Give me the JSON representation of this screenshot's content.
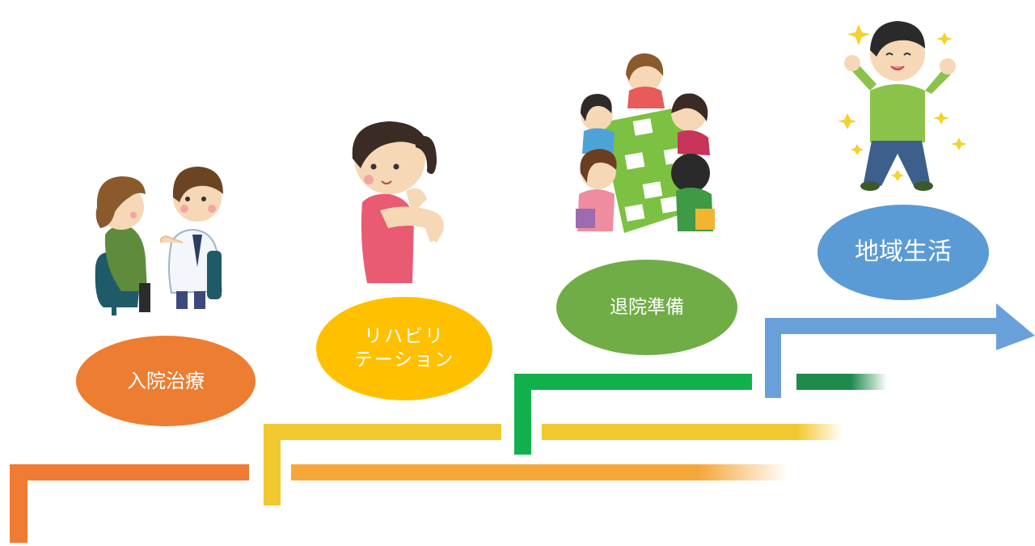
{
  "stages": [
    {
      "label": "入院治療",
      "color": "#ED7D31",
      "illustration": "doctor-consultation"
    },
    {
      "label": "リハビリ\nテーション",
      "color": "#FFC000",
      "illustration": "stretching-woman"
    },
    {
      "label": "退院準備",
      "color": "#70AD47",
      "illustration": "team-meeting"
    },
    {
      "label": "地域生活",
      "color": "#5B9BD5",
      "illustration": "happy-man"
    }
  ],
  "step_colors": {
    "step1": "#F07C33",
    "step2": "#F2C830",
    "step3": "#12B04C",
    "step4": "#6AA0DA",
    "step3_tail": "#1E8A4C",
    "step1_tail": "#F5A73A"
  }
}
